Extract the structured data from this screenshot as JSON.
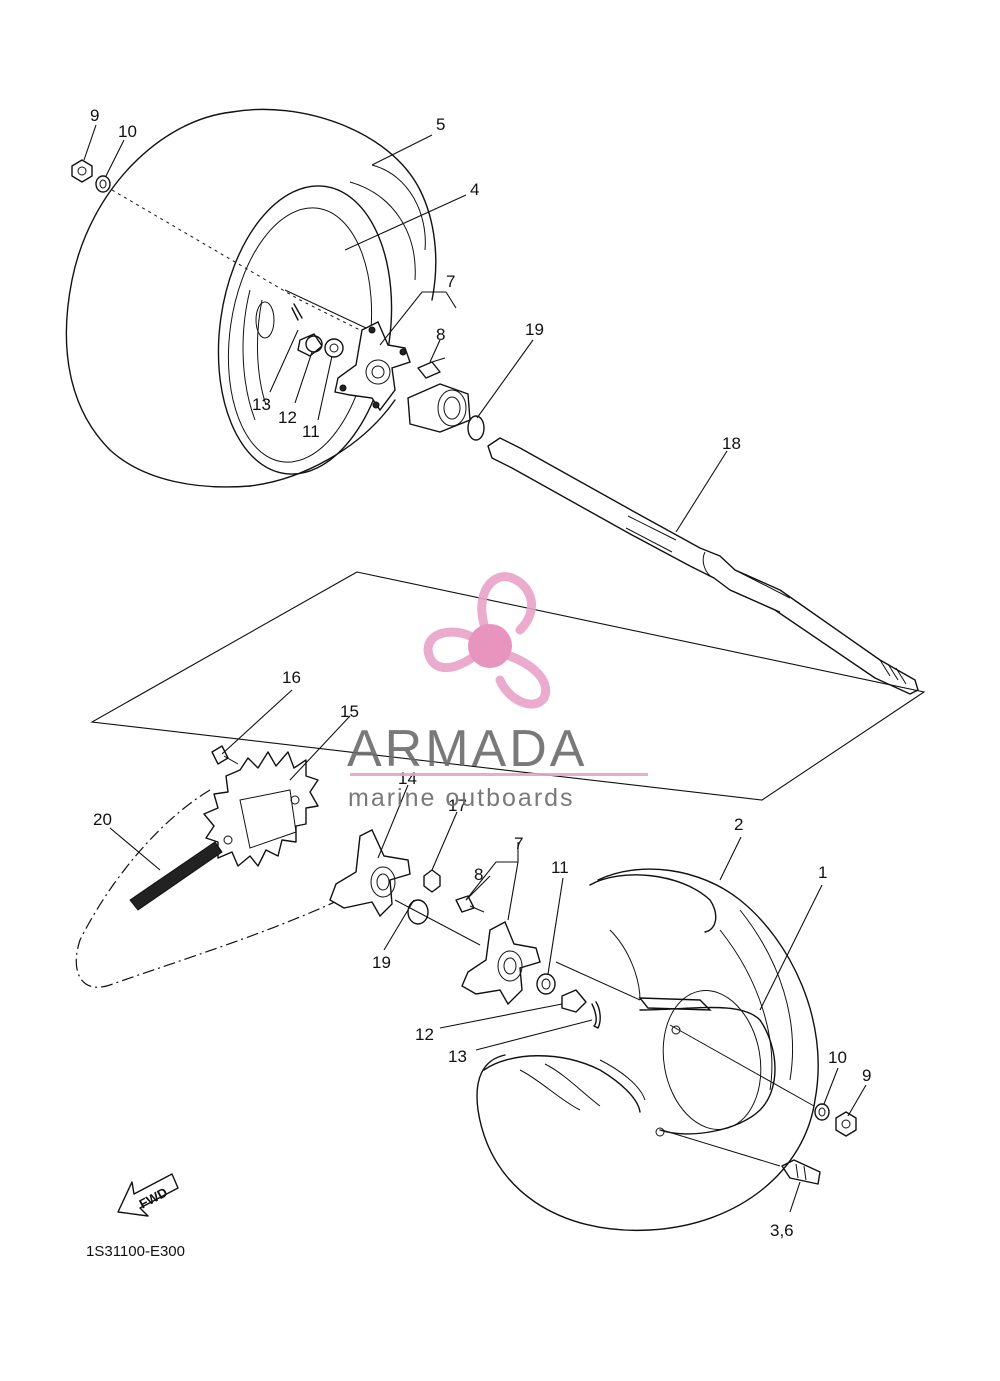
{
  "callouts": {
    "c9_top": "9",
    "c10_top": "10",
    "c5": "5",
    "c4": "4",
    "c7_top": "7",
    "c8_top": "8",
    "c19_top": "19",
    "c13_top": "13",
    "c12_top": "12",
    "c11_top": "11",
    "c18": "18",
    "c16": "16",
    "c15": "15",
    "c14": "14",
    "c17": "17",
    "c20": "20",
    "c7_bot": "7",
    "c8_bot": "8",
    "c11_bot": "11",
    "c2": "2",
    "c1": "1",
    "c19_bot": "19",
    "c12_bot": "12",
    "c13_bot": "13",
    "c10_bot": "10",
    "c9_bot": "9",
    "c36": "3,6"
  },
  "direction_label": "FWD",
  "diagram_code": "1S31100-E300",
  "watermark": {
    "brand": "ARMADA",
    "tagline": "marine outboards",
    "accent_color": "#e8a3c8",
    "text_color": "#6b6b6b"
  }
}
